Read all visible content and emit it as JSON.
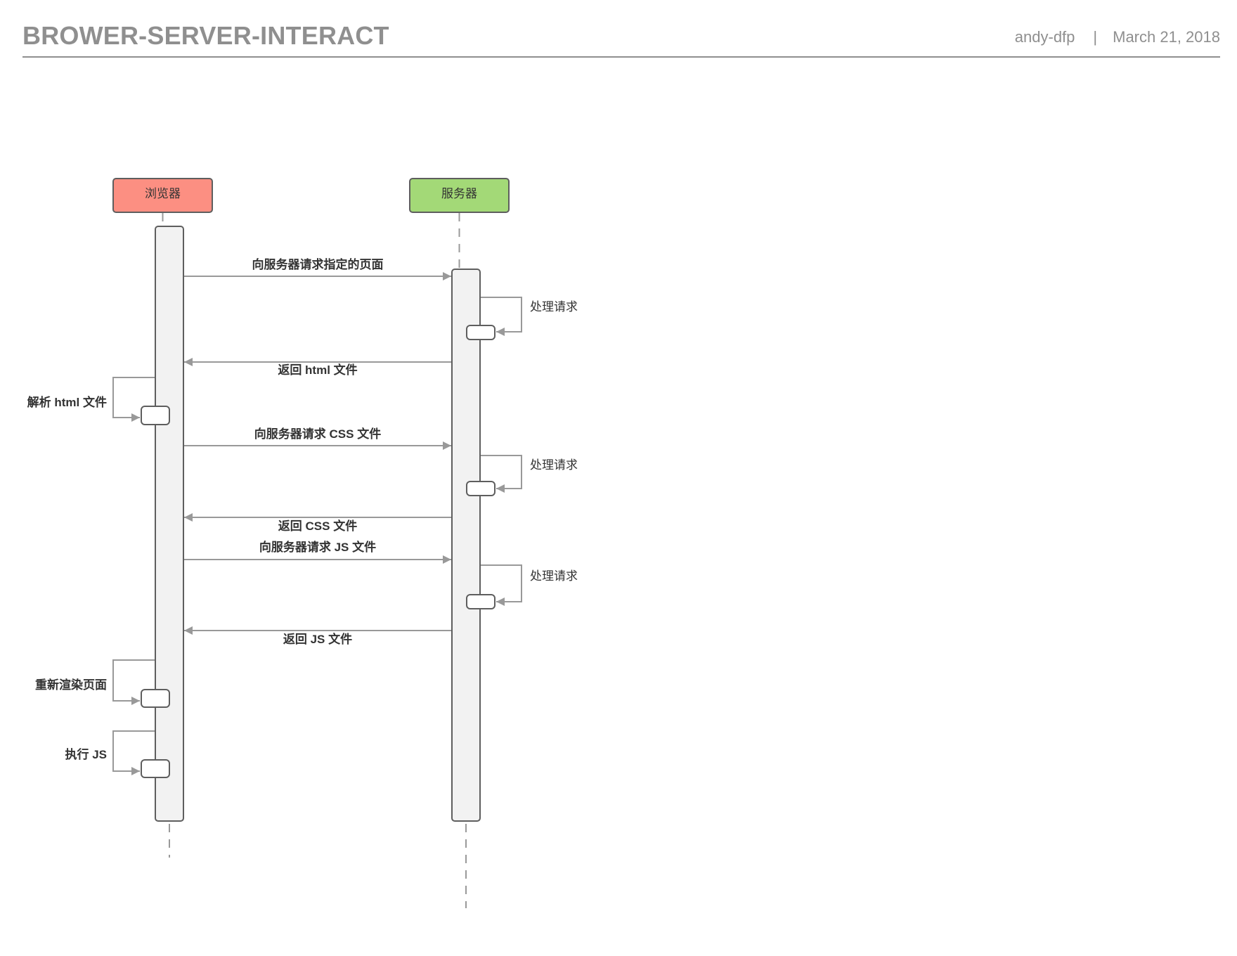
{
  "header": {
    "title": "BROWER-SERVER-INTERACT",
    "author": "andy-dfp",
    "separator": "|",
    "date": "March 21, 2018"
  },
  "diagram": {
    "type": "sequence",
    "participants": [
      {
        "id": "browser",
        "label": "浏览器",
        "color": "#fc8f82"
      },
      {
        "id": "server",
        "label": "服务器",
        "color": "#a3d977"
      }
    ],
    "messages": [
      {
        "from": "browser",
        "to": "server",
        "label": "向服务器请求指定的页面"
      },
      {
        "from": "server",
        "to": "server",
        "label": "处理请求"
      },
      {
        "from": "server",
        "to": "browser",
        "label": "返回 html 文件"
      },
      {
        "from": "browser",
        "to": "browser",
        "label": "解析 html 文件"
      },
      {
        "from": "browser",
        "to": "server",
        "label": "向服务器请求 CSS 文件"
      },
      {
        "from": "server",
        "to": "server",
        "label": "处理请求"
      },
      {
        "from": "server",
        "to": "browser",
        "label": "返回 CSS 文件"
      },
      {
        "from": "browser",
        "to": "server",
        "label": "向服务器请求 JS 文件"
      },
      {
        "from": "server",
        "to": "server",
        "label": "处理请求"
      },
      {
        "from": "server",
        "to": "browser",
        "label": "返回 JS 文件"
      },
      {
        "from": "browser",
        "to": "browser",
        "label": "重新渲染页面"
      },
      {
        "from": "browser",
        "to": "browser",
        "label": "执行 JS"
      }
    ],
    "colors": {
      "line": "#999999",
      "activation_fill": "#f2f2f2",
      "activation_stroke": "#5e5e5e",
      "text": "#333333"
    }
  }
}
